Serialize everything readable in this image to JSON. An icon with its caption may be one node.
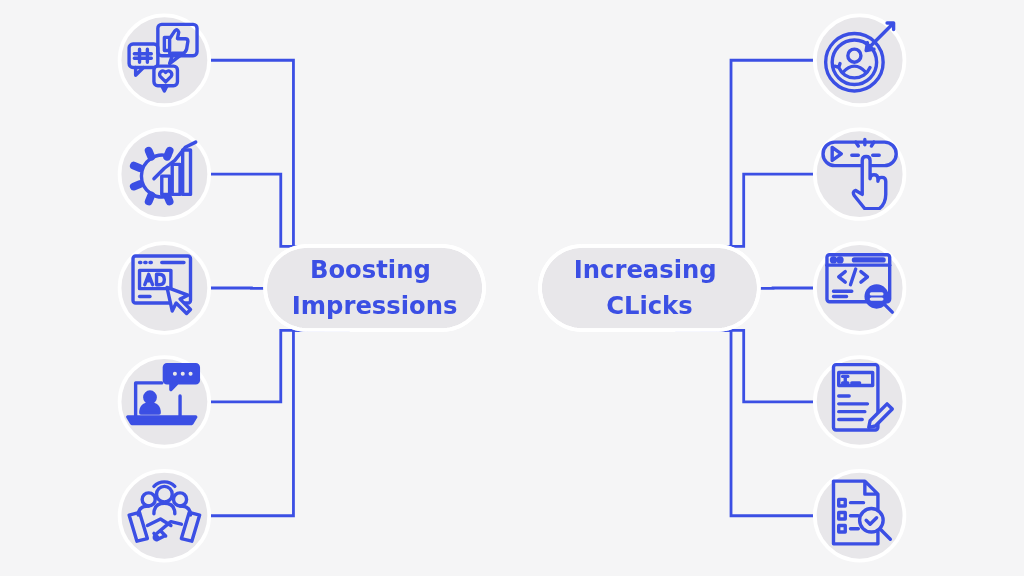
{
  "diagram": {
    "nodes": [
      {
        "text": [],
        "shape": "circle"
      },
      {
        "text": [],
        "shape": "circle"
      },
      {
        "text": [],
        "shape": "circle"
      },
      {
        "text": [],
        "shape": "circle"
      },
      {
        "text": [],
        "shape": "circle"
      },
      {
        "text": [
          "Boosting Impressions"
        ]
      },
      {
        "text": [
          "Increasing CLicks"
        ]
      },
      {
        "text": [],
        "shape": "circle"
      },
      {
        "text": [],
        "shape": "circle"
      },
      {
        "text": [],
        "shape": "circle"
      },
      {
        "text": [],
        "shape": "circle"
      },
      {
        "text": [],
        "shape": "circle"
      }
    ],
    "edges": [
      {
        "from": 0,
        "to": 5,
        "arrow": "none"
      },
      {
        "from": 1,
        "to": 5,
        "arrow": "none"
      },
      {
        "from": 4,
        "to": 5,
        "arrow": "none"
      },
      {
        "from": 8,
        "to": 5,
        "arrow": "none"
      },
      {
        "from": 9,
        "to": 5,
        "arrow": "none"
      },
      {
        "from": 6,
        "to": 2,
        "arrow": "none"
      },
      {
        "from": 6,
        "to": 3,
        "arrow": "none"
      },
      {
        "from": 6,
        "to": 7,
        "arrow": "none"
      },
      {
        "from": 6,
        "to": 11,
        "arrow": "none"
      },
      {
        "from": 6,
        "to": 10,
        "arrow": "none"
      }
    ]
  }
}
